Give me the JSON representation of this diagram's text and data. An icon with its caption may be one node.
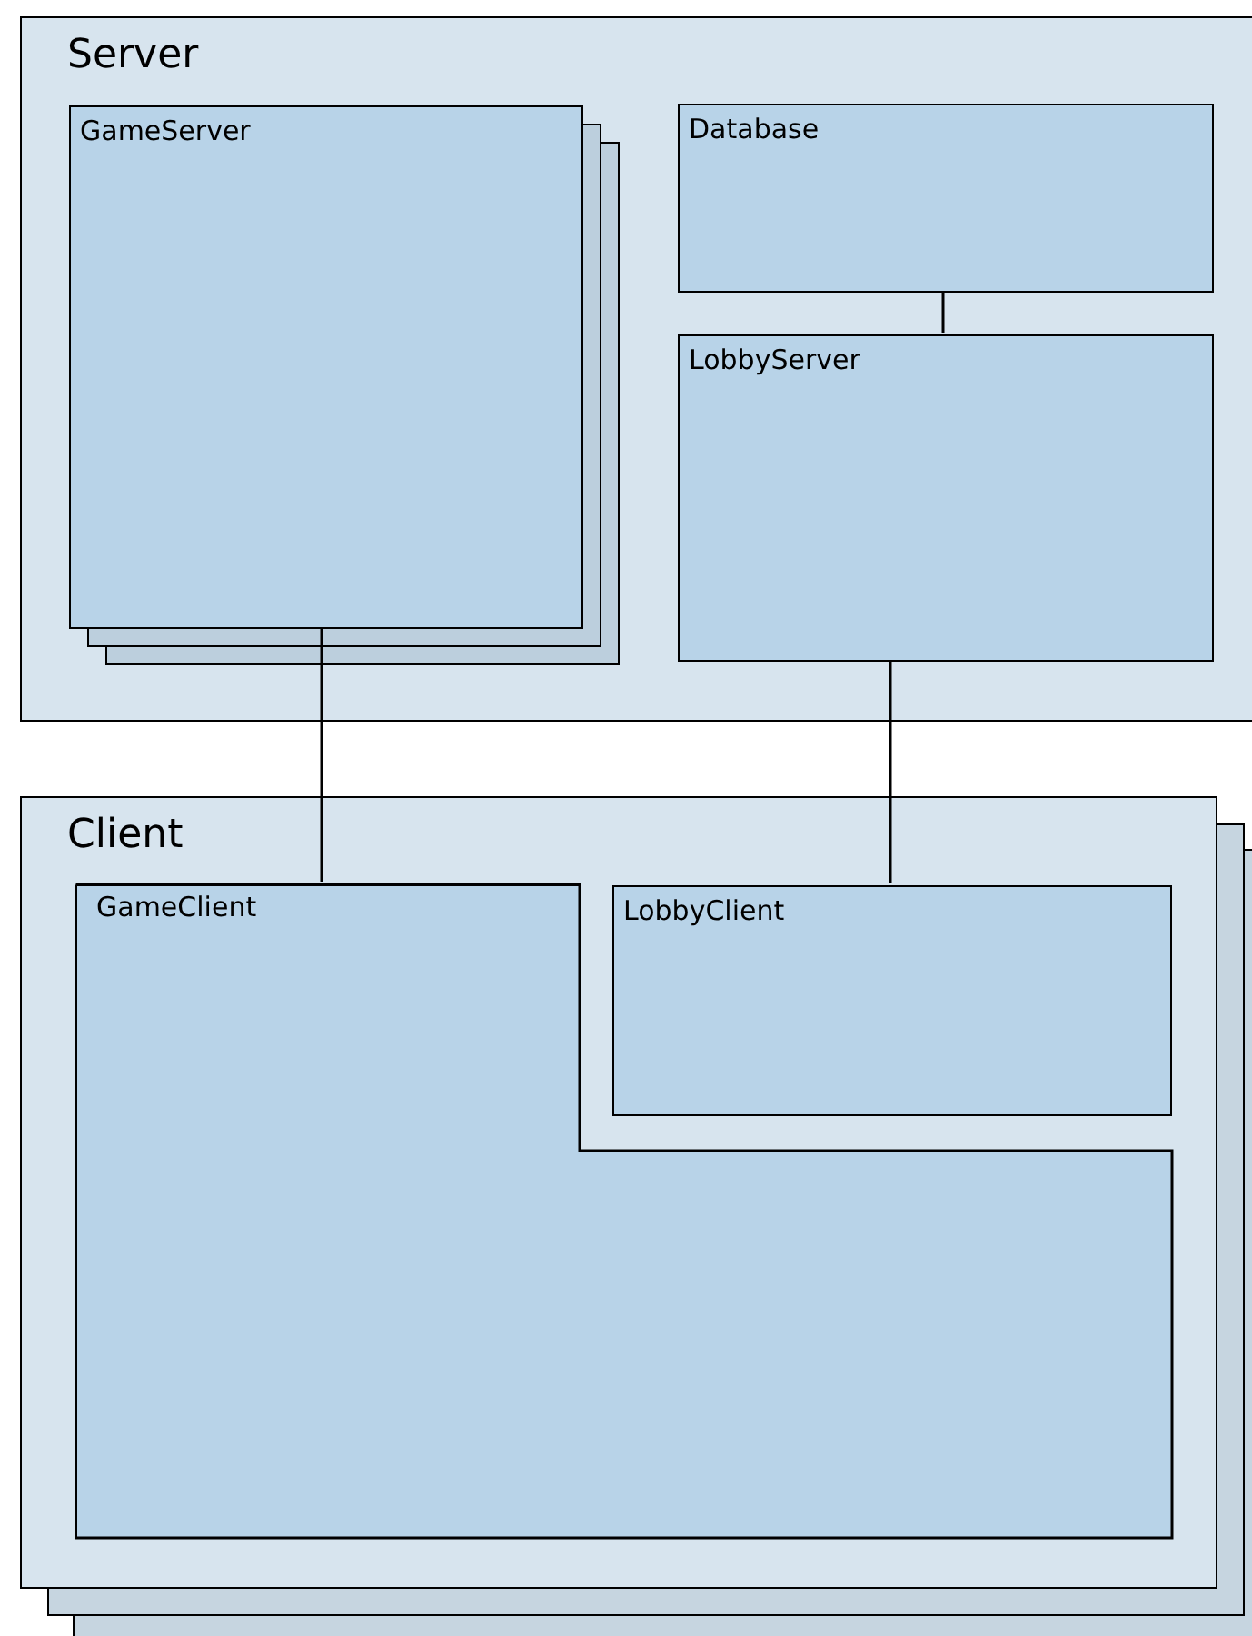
{
  "diagram": {
    "nodes": [
      {
        "text": [
          "Server"
        ]
      },
      {
        "text": [
          "GameServer"
        ],
        "in": 0
      },
      {
        "text": [
          "Database"
        ],
        "in": 0
      },
      {
        "text": [
          "LobbyServer"
        ],
        "in": 0
      },
      {
        "text": [
          "Client"
        ]
      },
      {
        "text": [
          "GameClient"
        ],
        "in": 4
      },
      {
        "text": [
          "LobbyClient"
        ],
        "in": 4
      }
    ],
    "edges": [
      {
        "from": 1,
        "to": 5,
        "arrow": "none"
      },
      {
        "from": 2,
        "to": 3,
        "arrow": "none"
      },
      {
        "from": 3,
        "to": 6,
        "arrow": "none"
      }
    ]
  }
}
